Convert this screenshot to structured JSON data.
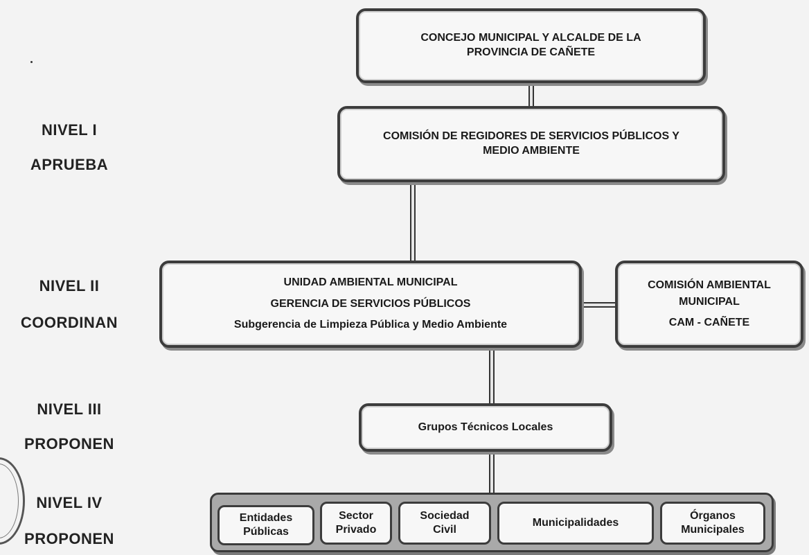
{
  "levels": [
    {
      "name": "NIVEL I",
      "action": "APRUEBA"
    },
    {
      "name": "NIVEL II",
      "action": "COORDINAN"
    },
    {
      "name": "NIVEL III",
      "action": "PROPONEN"
    },
    {
      "name": "NIVEL IV",
      "action": "PROPONEN"
    }
  ],
  "boxes": {
    "concejo": {
      "line1": "CONCEJO MUNICIPAL Y ALCALDE DE LA",
      "line2": "PROVINCIA DE CAÑETE"
    },
    "comision_regidores": {
      "line1": "COMISIÓN DE REGIDORES DE SERVICIOS PÚBLICOS Y",
      "line2": "MEDIO AMBIENTE"
    },
    "unidad": {
      "line1": "UNIDAD AMBIENTAL MUNICIPAL",
      "line2": "GERENCIA DE SERVICIOS PÚBLICOS",
      "line3": "Subgerencia de Limpieza Pública y Medio Ambiente"
    },
    "cam": {
      "line1": "COMISIÓN AMBIENTAL",
      "line2": "MUNICIPAL",
      "line3": "CAM - CAÑETE"
    },
    "grupos": {
      "label": "Grupos Técnicos Locales"
    },
    "nivel4_items": [
      {
        "line1": "Entidades",
        "line2": "Públicas"
      },
      {
        "line1": "Sector",
        "line2": "Privado"
      },
      {
        "line1": "Sociedad",
        "line2": "Civil"
      },
      {
        "line1": "Municipalidades",
        "line2": ""
      },
      {
        "line1": "Órganos",
        "line2": "Municipales"
      }
    ]
  }
}
